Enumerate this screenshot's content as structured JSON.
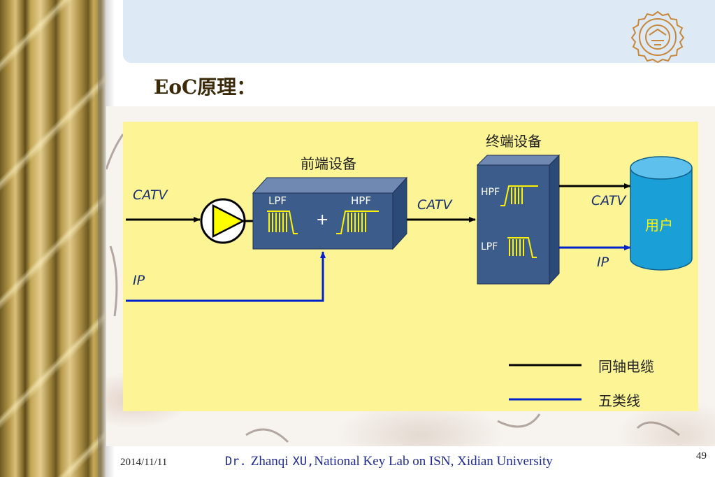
{
  "slide": {
    "title": "EoC原理：",
    "date": "2014/11/11",
    "page_number": "49",
    "credit": {
      "prefix": "Dr.",
      "name": "Zhanqi",
      "surname": "XU,",
      "affiliation": "National Key Lab on ISN, Xidian University"
    }
  },
  "diagram": {
    "headend_title": "前端设备",
    "terminal_title": "终端设备",
    "user_label": "用户",
    "catv_in": "CATV",
    "ip_in": "IP",
    "catv_mid": "CATV",
    "catv_out": "CATV",
    "ip_out": "IP",
    "lpf_label": "LPF",
    "hpf_label": "HPF",
    "plus": "+",
    "term_hpf_label": "HPF",
    "term_lpf_label": "LPF"
  },
  "legend": {
    "coax": "同轴电缆",
    "cat5": "五类线"
  },
  "colors": {
    "panel": "#fdf595",
    "device_blue": "#3c5d8c",
    "coax_line": "#000000",
    "cat5_line": "#0022cc",
    "amplifier": "#ffff00",
    "user_cylinder": "#1a9fd6"
  }
}
